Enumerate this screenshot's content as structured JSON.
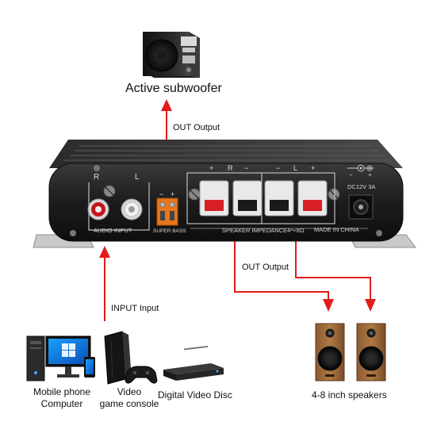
{
  "subwoofer": {
    "label": "Active subwoofer"
  },
  "arrows": {
    "out_top": "OUT Output",
    "out_speakers": "OUT Output",
    "input": "INPUT Input",
    "color": "#e31b1b"
  },
  "amplifier": {
    "rl_label": {
      "r": "R",
      "l": "L"
    },
    "audio_input": "AUDIO INPUT",
    "super_bass": "SUPER BASS",
    "bass_signs": {
      "minus": "−",
      "plus": "+"
    },
    "speaker_signs": [
      "+",
      "R",
      "−",
      "−",
      "L",
      "+"
    ],
    "impedance": "SPEAKER IMPEDANCE4～8Ω",
    "made_in": "MADE IN CHINA",
    "dc_label": "DC12V 3A",
    "dc_signs": {
      "minus": "−",
      "plus": "+"
    }
  },
  "devices": {
    "computer": {
      "line1": "Mobile phone",
      "line2": "Computer"
    },
    "console": {
      "line1": "Video",
      "line2": "game console"
    },
    "dvd": {
      "label": "Digital Video Disc"
    },
    "speakers": {
      "label": "4-8 inch speakers"
    }
  }
}
